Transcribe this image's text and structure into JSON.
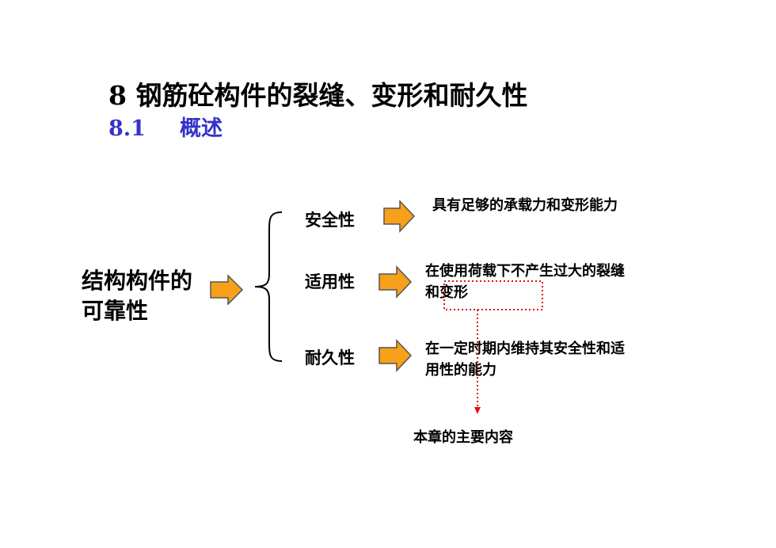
{
  "header": {
    "title": "8 钢筋砼构件的裂缝、变形和耐久性",
    "section_number": "8.1",
    "section_title": "概述"
  },
  "diagram": {
    "root": "结构构件的可靠性",
    "branches": [
      {
        "label": "安全性",
        "description": "具有足够的承载力和变形能力"
      },
      {
        "label": "适用性",
        "description": "在使用荷载下不产生过大的裂缝和变形"
      },
      {
        "label": "耐久性",
        "description": "在一定时期内维持其安全性和适用性的能力"
      }
    ],
    "highlight_note": "本章的主要内容"
  },
  "colors": {
    "arrow_fill": "#f7a11a",
    "arrow_stroke": "#555555",
    "subtitle": "#3333cc",
    "highlight_border": "#e01010"
  }
}
